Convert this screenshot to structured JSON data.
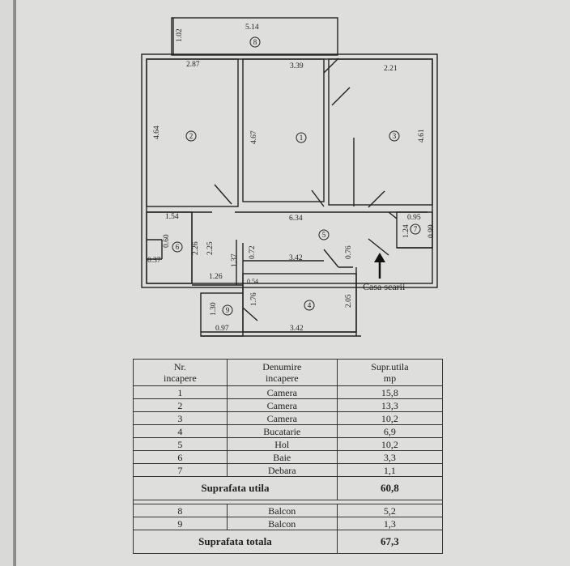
{
  "plan": {
    "dims": {
      "balcony_top": "5.14",
      "balcony_side": "1.02",
      "r2_top": "2.87",
      "r1_top": "3.39",
      "r3_top": "2.21",
      "r2_height": "4.64",
      "r1_height": "4.67",
      "r3_height": "4.61",
      "hall_width": "6.34",
      "bath_top": "1.54",
      "bath_h1": "0.60",
      "bath_h2": "2.26",
      "bath_h3": "2.25",
      "bath_w1": "0.37",
      "closet_w": "0.95",
      "closet_h1": "1.24",
      "closet_h2": "0.99",
      "hall_a": "0.72",
      "hall_b": "1.37",
      "hall_c": "0.76",
      "kitchen_top": "3.42",
      "corr_w": "1.26",
      "d054": "0.54",
      "d176": "1.76",
      "d205": "2.05",
      "d130": "1.30",
      "bottom_a": "0.97",
      "bottom_b": "3.42"
    },
    "room_labels": [
      "1",
      "2",
      "3",
      "4",
      "5",
      "6",
      "7",
      "8",
      "9"
    ],
    "stair_label": "Casa scarii"
  },
  "table": {
    "headers": {
      "nr": [
        "Nr.",
        "incapere"
      ],
      "name": [
        "Denumire",
        "incapere"
      ],
      "area": [
        "Supr.utila",
        "mp"
      ]
    },
    "rows": [
      {
        "nr": "1",
        "name": "Camera",
        "area": "15,8"
      },
      {
        "nr": "2",
        "name": "Camera",
        "area": "13,3"
      },
      {
        "nr": "3",
        "name": "Camera",
        "area": "10,2"
      },
      {
        "nr": "4",
        "name": "Bucatarie",
        "area": "6,9"
      },
      {
        "nr": "5",
        "name": "Hol",
        "area": "10,2"
      },
      {
        "nr": "6",
        "name": "Baie",
        "area": "3,3"
      },
      {
        "nr": "7",
        "name": "Debara",
        "area": "1,1"
      }
    ],
    "useful_label": "Suprafata utila",
    "useful_value": "60,8",
    "balcony_rows": [
      {
        "nr": "8",
        "name": "Balcon",
        "area": "5,2"
      },
      {
        "nr": "9",
        "name": "Balcon",
        "area": "1,3"
      }
    ],
    "total_label": "Suprafata totala",
    "total_value": "67,3"
  }
}
